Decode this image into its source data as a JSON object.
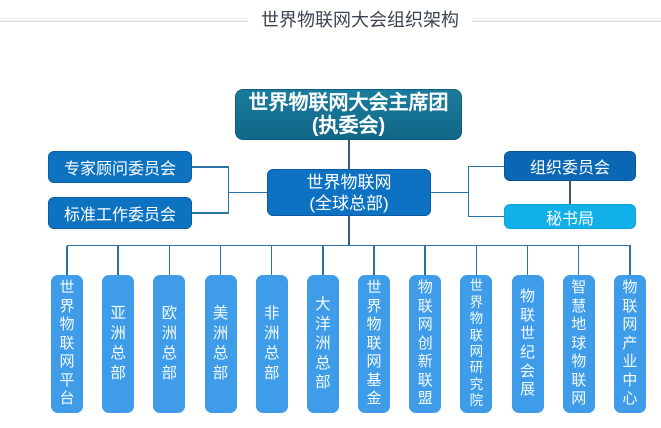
{
  "header": {
    "title": "世界物联网大会组织架构"
  },
  "org_chart": {
    "root": {
      "line1": "世界物联网大会主席团",
      "line2": "(执委会)"
    },
    "headquarters": {
      "line1": "世界物联网",
      "line2": "(全球总部)"
    },
    "left_committees": [
      {
        "label": "专家顾问委员会"
      },
      {
        "label": "标准工作委员会"
      }
    ],
    "right_committees": [
      {
        "label": "组织委员会"
      },
      {
        "label": "秘书局"
      }
    ],
    "bottom_units": [
      "世界物联网平台",
      "亚洲总部",
      "欧洲总部",
      "美洲总部",
      "非洲总部",
      "大洋洲总部",
      "世界物联网基金",
      "物联网创新联盟",
      "世界物联网研究院",
      "物联世纪会展",
      "智慧地球物联网",
      "物联网产业中心"
    ]
  },
  "colors": {
    "root_box": "#15718f",
    "primary_box": "#0d73c0",
    "right_top_box": "#0b67b4",
    "secretariat_box": "#12b0e8",
    "bottom_box": "#3f9ce9",
    "connector": "#2e72a4",
    "title_text": "#3d4650"
  }
}
